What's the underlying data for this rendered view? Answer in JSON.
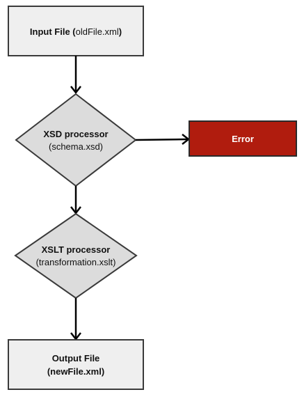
{
  "colors": {
    "error_fill": "#b01c0e"
  },
  "nodes": {
    "input": {
      "label_bold": "Input File (",
      "label_normal": "oldFile.xml",
      "label_close": ")"
    },
    "xsd": {
      "title": "XSD processor",
      "subtitle": "(schema.xsd)"
    },
    "error": {
      "label": "Error"
    },
    "xslt": {
      "title": "XSLT processor",
      "subtitle": "(transformation.xslt)"
    },
    "output": {
      "line1": "Output File",
      "line2": "(newFile.xml)"
    }
  }
}
